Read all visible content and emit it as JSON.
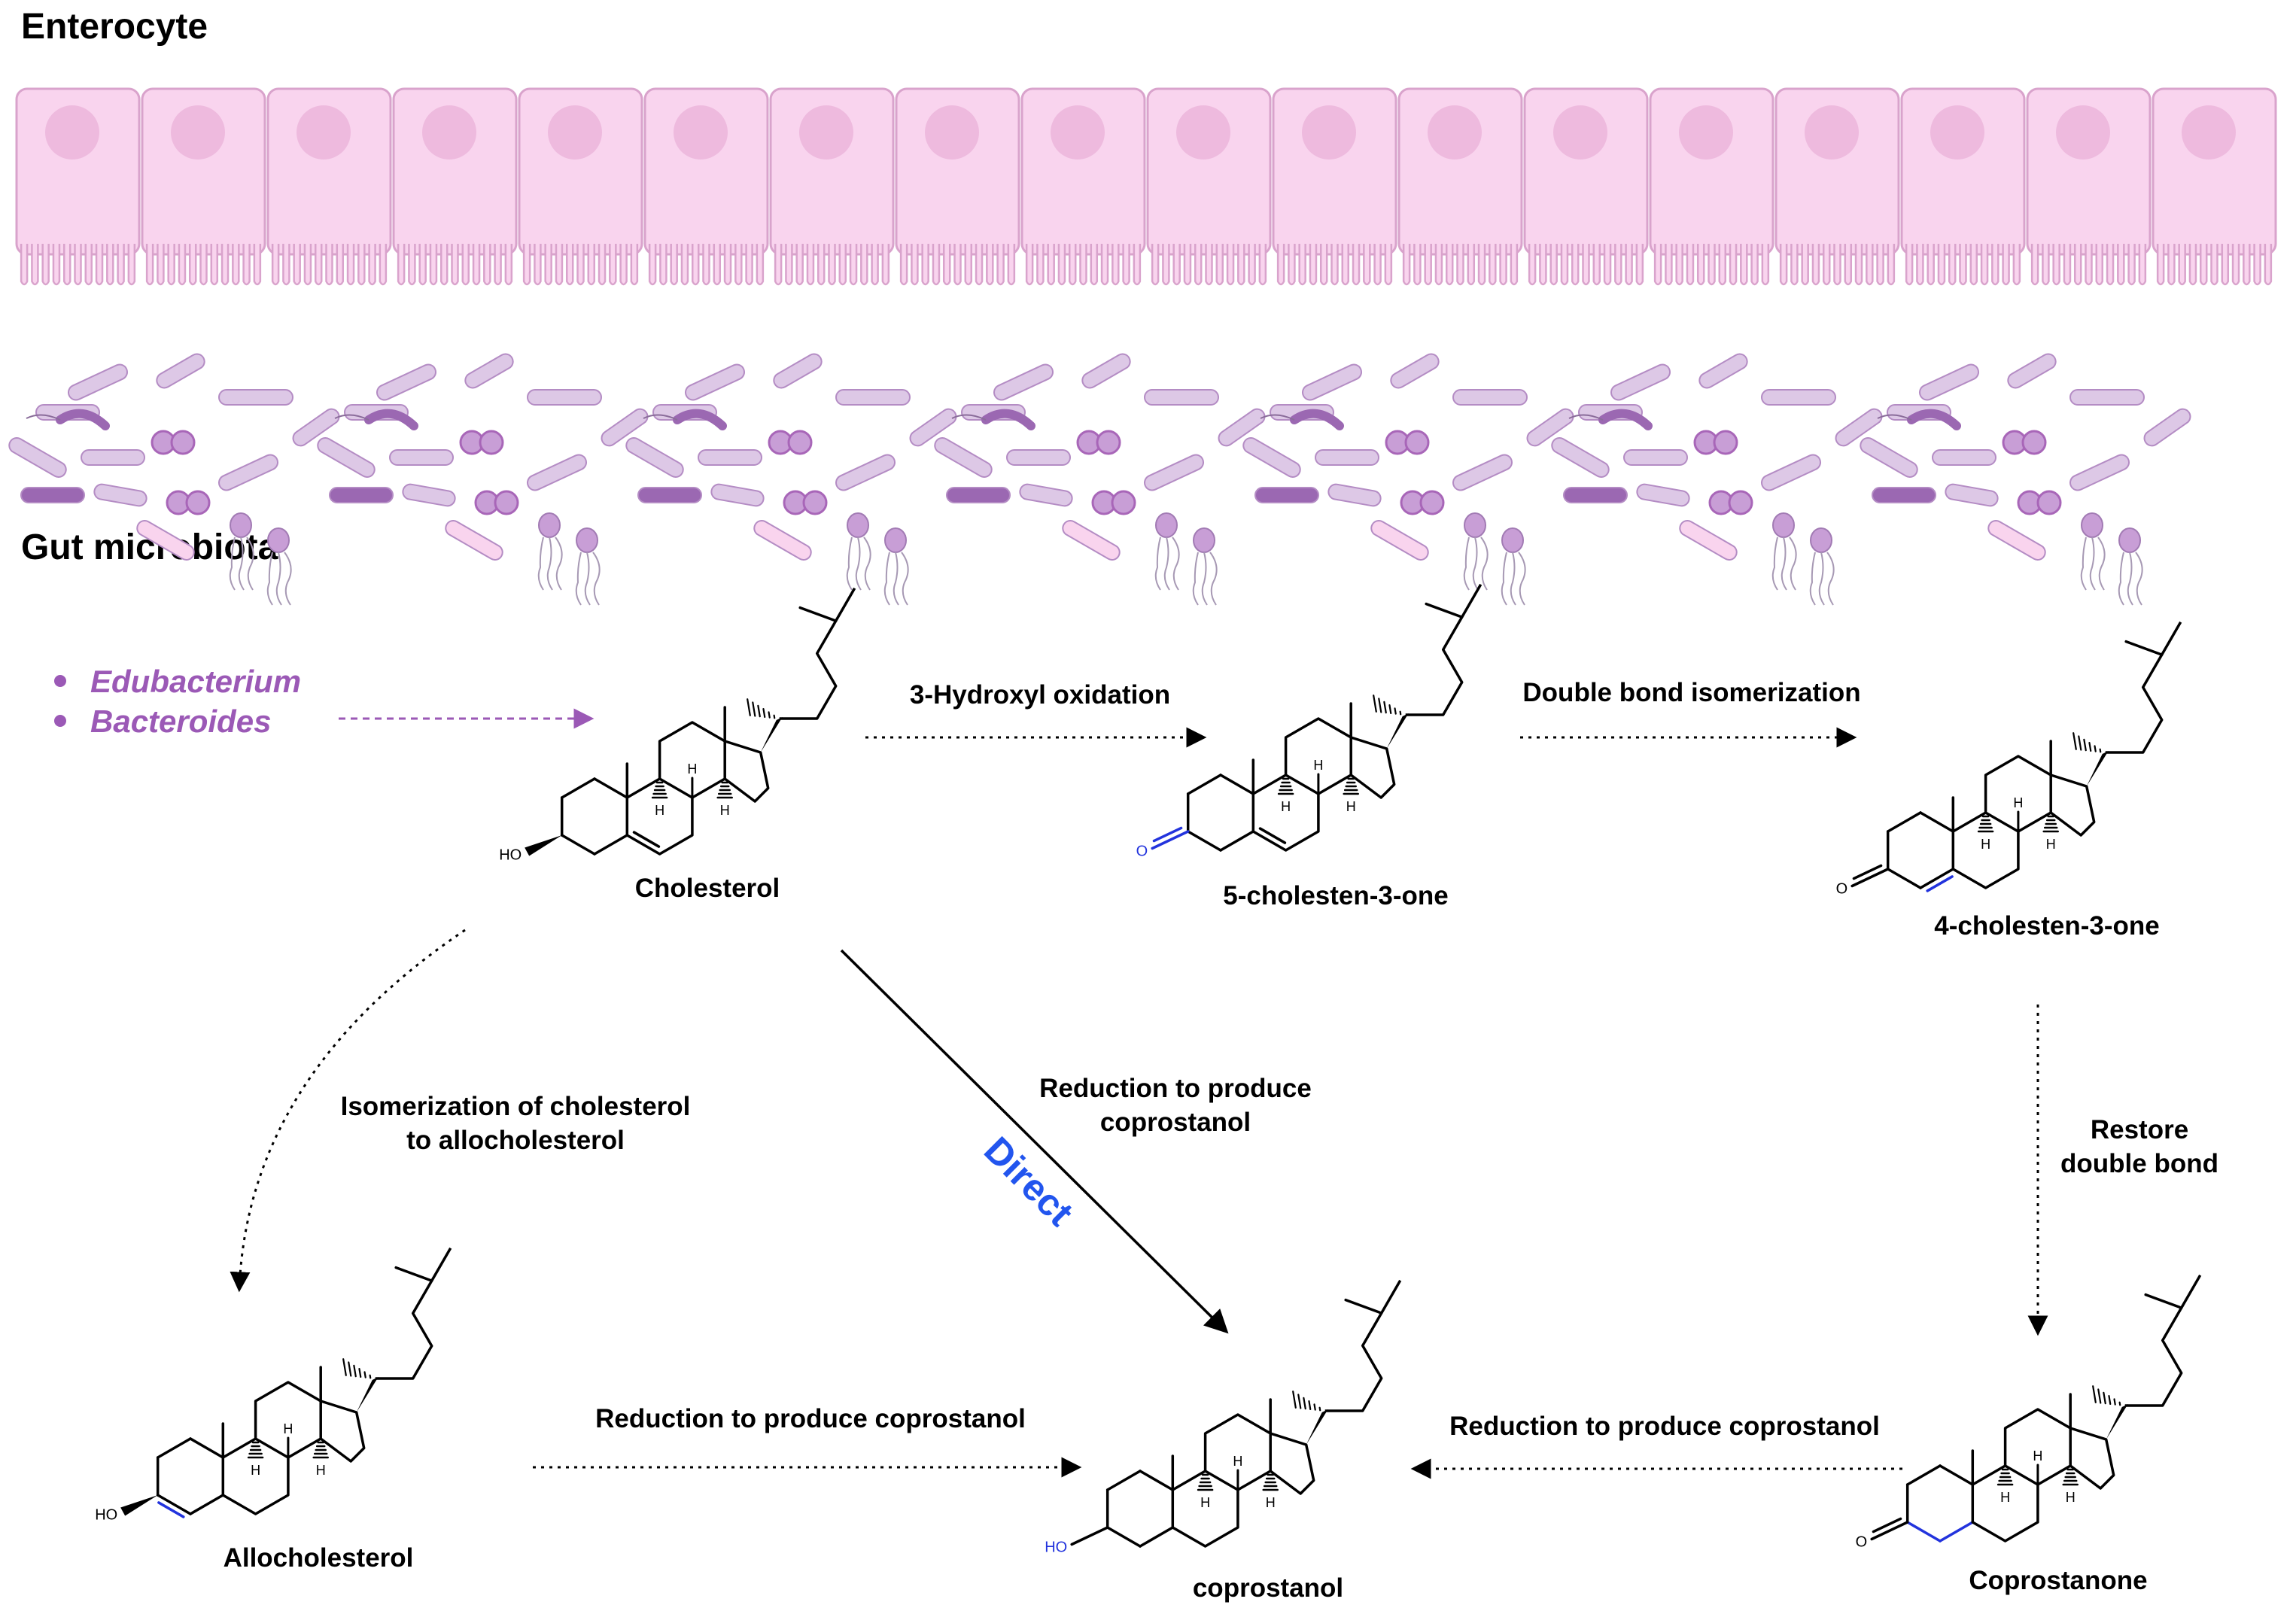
{
  "sections": {
    "enterocyte_label": "Enterocyte",
    "microbiota_label": "Gut microbiota"
  },
  "bacteria_genera": [
    "Edubacterium",
    "Bacteroides"
  ],
  "molecules": {
    "cholesterol": "Cholesterol",
    "cholestenone_5": "5-cholesten-3-one",
    "cholestenone_4": "4-cholesten-3-one",
    "allocholesterol": "Allocholesterol",
    "coprostanol": "coprostanol",
    "coprostanone": "Coprostanone"
  },
  "atom_labels": {
    "hydroxyl": "HO",
    "oxygen": "O",
    "hydrogen": "H"
  },
  "steps": {
    "oxidation": "3-Hydroxyl oxidation",
    "isomerization_db": "Double bond isomerization",
    "restore_db": [
      "Restore",
      "double bond"
    ],
    "isomerization_allo": [
      "Isomerization of cholesterol",
      "to allocholesterol"
    ],
    "direct_reduction": [
      "Reduction to produce",
      "coprostanol"
    ],
    "direct_tag": "Direct",
    "reduction_left": "Reduction to produce coprostanol",
    "reduction_right": "Reduction to produce coprostanol"
  },
  "colors": {
    "cell_fill": "#f9d4ee",
    "cell_stroke": "#d9a3cc",
    "nucleus": "#eebade",
    "purple_text": "#9b59b6",
    "direct_blue": "#2255ee",
    "bond_blue": "#2233dd",
    "bacteria_light": "#ddc8e6",
    "bacteria_mid": "#c89ed6",
    "bacteria_dark": "#9b68b2"
  }
}
